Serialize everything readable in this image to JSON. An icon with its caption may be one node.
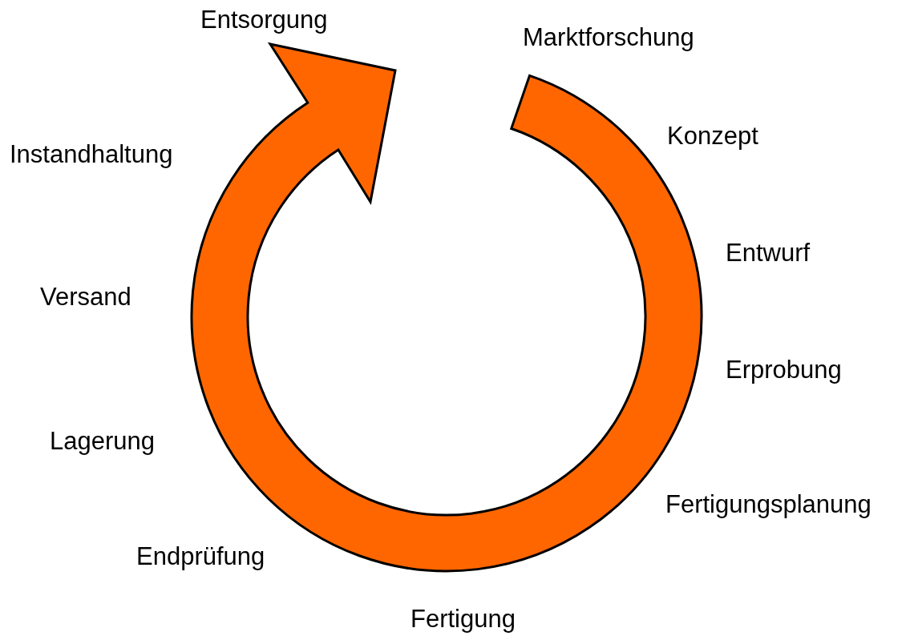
{
  "diagram": {
    "labels": [
      "Marktforschung",
      "Konzept",
      "Entwurf",
      "Erprobung",
      "Fertigungsplanung",
      "Fertigung",
      "Endprüfung",
      "Lagerung",
      "Versand",
      "Instandhaltung",
      "Entsorgung"
    ]
  }
}
